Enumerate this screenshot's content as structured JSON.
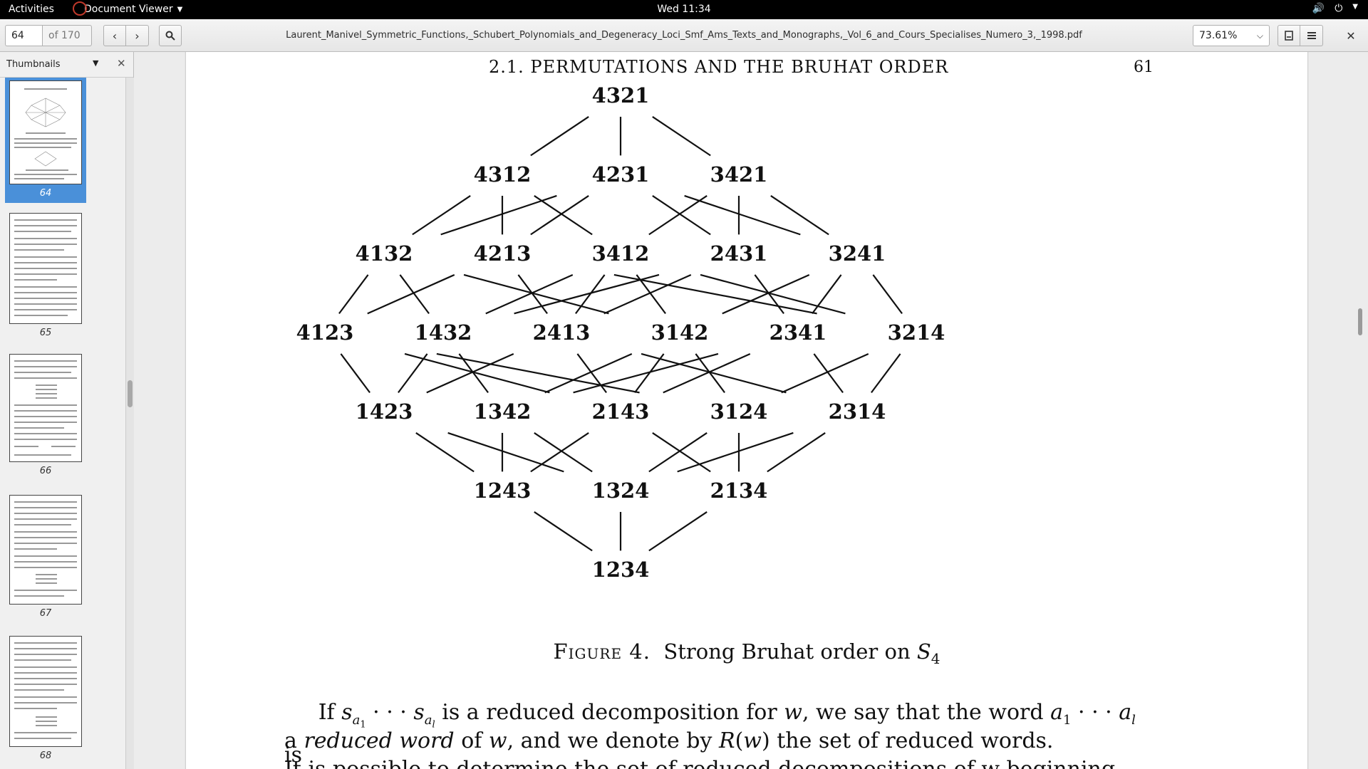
{
  "topbar": {
    "activities": "Activities",
    "app_name": "Document Viewer",
    "clock": "Wed 11:34"
  },
  "header": {
    "page_value": "64",
    "page_total": "of 170",
    "document_title": "Laurent_Manivel_Symmetric_Functions,_Schubert_Polynomials_and_Degeneracy_Loci_Smf_Ams_Texts_and_Monographs,_Vol_6_and_Cours_Specialises_Numero_3,_1998.pdf",
    "zoom": "73.61%"
  },
  "sidebar": {
    "title": "Thumbnails",
    "thumbnails": [
      {
        "label": "64",
        "selected": true
      },
      {
        "label": "65",
        "selected": false
      },
      {
        "label": "66",
        "selected": false
      },
      {
        "label": "67",
        "selected": false
      },
      {
        "label": "68",
        "selected": false
      }
    ]
  },
  "page": {
    "running_head": "2.1. PERMUTATIONS AND THE BRUHAT ORDER",
    "page_number": "61",
    "caption_label": "Figure 4.",
    "caption_text": "Strong Bruhat order on",
    "caption_symbol": "S",
    "caption_sub": "4",
    "diagram_nodes": [
      [
        "4321"
      ],
      [
        "4312",
        "4231",
        "3421"
      ],
      [
        "4132",
        "4213",
        "3412",
        "2431",
        "3241"
      ],
      [
        "4123",
        "1432",
        "2413",
        "3142",
        "2341",
        "3214"
      ],
      [
        "1423",
        "1342",
        "2143",
        "3124",
        "2314"
      ],
      [
        "1243",
        "1324",
        "2134"
      ],
      [
        "1234"
      ]
    ],
    "para_line1_a": "If",
    "para_line1_b": "is a reduced decomposition for",
    "para_line1_c": ", we say that the word",
    "para_line1_d": "is",
    "para_line2_a": "a",
    "para_line2_em": "reduced word",
    "para_line2_b": "of",
    "para_line2_c": ", and we denote by",
    "para_line2_d": "the set of reduced words.",
    "para_line3": "It is possible to determine the set of reduced decompositions of w beginning"
  }
}
